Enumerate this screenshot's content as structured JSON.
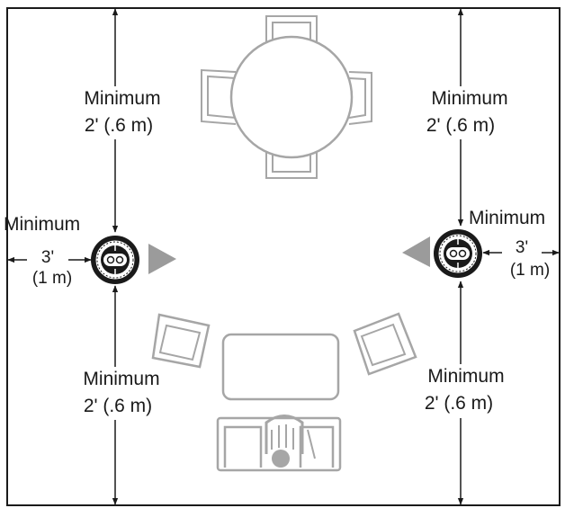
{
  "diagram": {
    "labels": {
      "top_left_minimum": "Minimum",
      "top_left_distance": "2' (.6 m)",
      "top_right_minimum": "Minimum",
      "top_right_distance": "2' (.6 m)",
      "bottom_left_minimum": "Minimum",
      "bottom_left_distance": "2' (.6 m)",
      "bottom_right_minimum": "Minimum",
      "bottom_right_distance": "2' (.6 m)",
      "left_speaker_minimum": "Minimum",
      "left_wall_feet": "3'",
      "left_wall_meters": "(1 m)",
      "right_speaker_minimum": "Minimum",
      "right_wall_feet": "3'",
      "right_wall_meters": "(1 m)"
    },
    "colors": {
      "line": "#1a1a1a",
      "furniture": "#a6a6a6",
      "speaker_arrow": "#9b9b9b"
    },
    "icons": [
      "speaker-icon",
      "direction-arrow-icon",
      "dimension-arrow-icon",
      "round-table-icon",
      "chair-icon",
      "rectangular-table-icon",
      "sofa-icon"
    ]
  }
}
